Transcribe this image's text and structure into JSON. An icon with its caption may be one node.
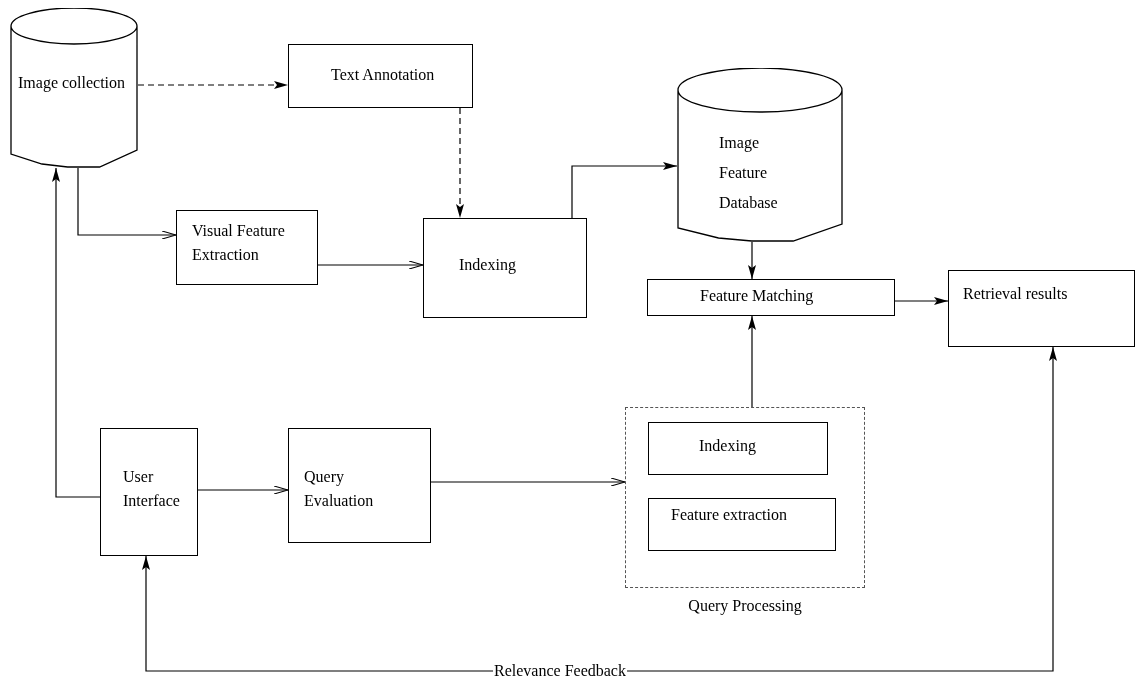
{
  "diagram": {
    "nodes": [
      {
        "text": [
          "Image collection"
        ]
      },
      {
        "text": [
          "Text Annotation"
        ]
      },
      {
        "text": [
          "Visual Feature Extraction"
        ]
      },
      {
        "text": [
          "Indexing"
        ]
      },
      {
        "text": [
          "Image Feature Database"
        ]
      },
      {
        "text": [
          "Feature Matching"
        ]
      },
      {
        "text": [
          "Retrieval results"
        ]
      },
      {
        "text": [
          "User Interface"
        ]
      },
      {
        "text": [
          "Query Evaluation"
        ]
      },
      {
        "text": [],
        "shape": "box",
        "beside": [
          "Query Processing"
        ]
      },
      {
        "text": [
          "Indexing"
        ],
        "in": 9
      },
      {
        "text": [
          "Feature extraction"
        ],
        "in": 9
      }
    ],
    "edges": [
      {
        "from": 0,
        "to": 1,
        "arrow": "to",
        "style": "dashed"
      },
      {
        "from": 1,
        "to": 3,
        "arrow": "to",
        "style": "dashed"
      },
      {
        "from": 0,
        "to": 2,
        "arrow": "to"
      },
      {
        "from": 2,
        "to": 3,
        "arrow": "to"
      },
      {
        "from": 3,
        "to": 4,
        "arrow": "to"
      },
      {
        "from": 4,
        "to": 5,
        "arrow": "to"
      },
      {
        "from": 5,
        "to": 6,
        "arrow": "to"
      },
      {
        "from": 7,
        "to": 8,
        "arrow": "to"
      },
      {
        "from": 8,
        "to": 9,
        "arrow": "to"
      },
      {
        "from": 9,
        "to": 5,
        "arrow": "to"
      },
      {
        "from": 7,
        "to": 0,
        "arrow": "to"
      },
      {
        "from": 6,
        "to": 7,
        "arrow": "both",
        "label": "Relevance Feedback"
      }
    ]
  }
}
